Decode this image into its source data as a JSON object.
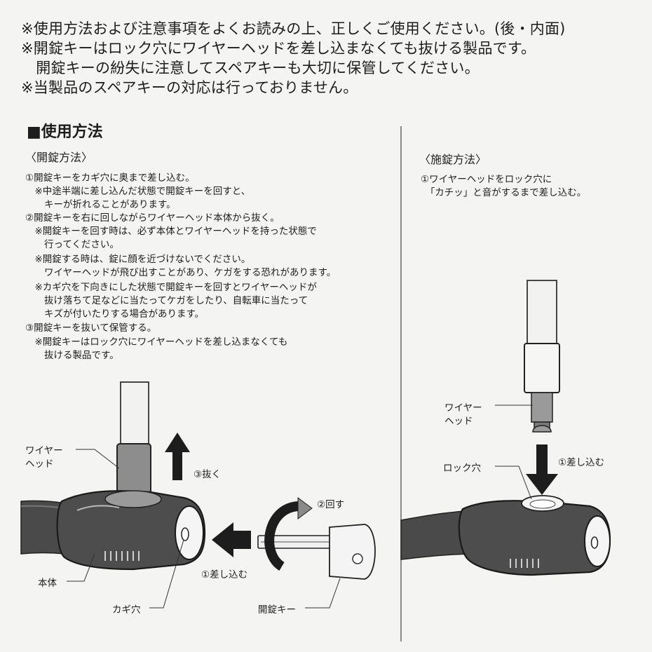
{
  "notices": [
    "※使用方法および注意事項をよくお読みの上、正しくご使用ください。(後・内面)",
    "※開錠キーはロック穴にワイヤーヘッドを差し込まなくても抜ける製品です。",
    "　開錠キーの紛失に注意してスペアキーも大切に保管してください。",
    "※当製品のスペアキーの対応は行っておりません。"
  ],
  "section_title": "■使用方法",
  "unlock": {
    "title": "〈開錠方法〉",
    "lines": [
      "①開錠キーをカギ穴に奥まで差し込む。",
      "　※中途半端に差し込んだ状態で開錠キーを回すと、",
      "　　キーが折れることがあります。",
      "②開錠キーを右に回しながらワイヤーヘッド本体から抜く。",
      "　※開錠キーを回す時は、必ず本体とワイヤーヘッドを持った状態で",
      "　　行ってください。",
      "　※開錠する時は、錠に顔を近づけないでください。",
      "　　ワイヤーヘッドが飛び出すことがあり、ケガをする恐れがあります。",
      "　※カギ穴を下向きにした状態で開錠キーを回すとワイヤーヘッドが",
      "　　抜け落ちて足などに当たってケガをしたり、自転車に当たって",
      "　　キズが付いたりする場合があります。",
      "③開錠キーを抜いて保管する。",
      "　※開錠キーはロック穴にワイヤーヘッドを差し込まなくても",
      "　　抜ける製品です。"
    ],
    "diagram": {
      "wire_head_label_1": "ワイヤー",
      "wire_head_label_2": "ヘッド",
      "body_label": "本体",
      "keyhole_label": "カギ穴",
      "key_label": "開錠キー",
      "step_pull": "③抜く",
      "step_turn": "②回す",
      "step_insert": "①差し込む"
    }
  },
  "lock": {
    "title": "〈施錠方法〉",
    "lines": [
      "①ワイヤーヘッドをロック穴に",
      "　「カチッ」と音がするまで差し込む。"
    ],
    "diagram": {
      "wire_head_label_1": "ワイヤー",
      "wire_head_label_2": "ヘッド",
      "lock_hole_label": "ロック穴",
      "step_insert": "①差し込む"
    }
  }
}
